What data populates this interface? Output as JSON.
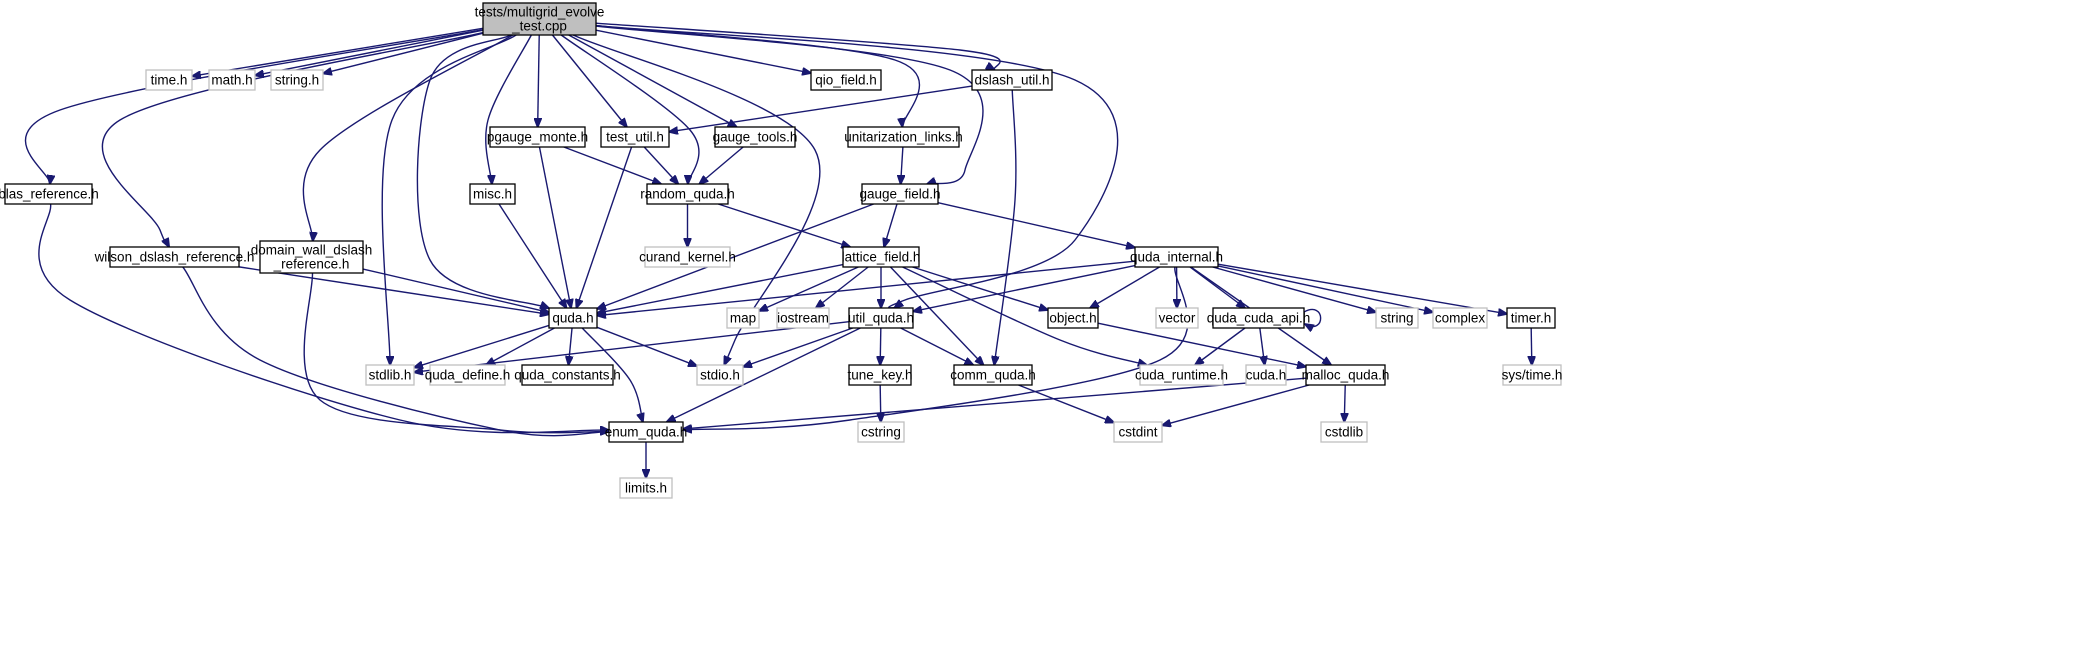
{
  "graph": {
    "title": "",
    "nodes": [
      {
        "id": "root",
        "lines": [
          "tests/multigrid_evolve",
          "_test.cpp"
        ],
        "kind": "root"
      },
      {
        "id": "time_h",
        "lines": [
          "time.h"
        ],
        "kind": "ext"
      },
      {
        "id": "math_h",
        "lines": [
          "math.h"
        ],
        "kind": "ext"
      },
      {
        "id": "string_h",
        "lines": [
          "string.h"
        ],
        "kind": "ext"
      },
      {
        "id": "qio_field_h",
        "lines": [
          "qio_field.h"
        ],
        "kind": "file"
      },
      {
        "id": "dslash_util_h",
        "lines": [
          "dslash_util.h"
        ],
        "kind": "file"
      },
      {
        "id": "pgauge_monte_h",
        "lines": [
          "pgauge_monte.h"
        ],
        "kind": "file"
      },
      {
        "id": "test_util_h",
        "lines": [
          "test_util.h"
        ],
        "kind": "file"
      },
      {
        "id": "gauge_tools_h",
        "lines": [
          "gauge_tools.h"
        ],
        "kind": "file"
      },
      {
        "id": "unitarization_links_h",
        "lines": [
          "unitarization_links.h"
        ],
        "kind": "file"
      },
      {
        "id": "blas_reference_h",
        "lines": [
          "blas_reference.h"
        ],
        "kind": "file"
      },
      {
        "id": "misc_h",
        "lines": [
          "misc.h"
        ],
        "kind": "file"
      },
      {
        "id": "random_quda_h",
        "lines": [
          "random_quda.h"
        ],
        "kind": "file"
      },
      {
        "id": "gauge_field_h",
        "lines": [
          "gauge_field.h"
        ],
        "kind": "file"
      },
      {
        "id": "wilson_dslash_reference_h",
        "lines": [
          "wilson_dslash_reference.h"
        ],
        "kind": "file"
      },
      {
        "id": "domain_wall_dslash_reference_h",
        "lines": [
          "domain_wall_dslash",
          "_reference.h"
        ],
        "kind": "file"
      },
      {
        "id": "curand_kernel_h",
        "lines": [
          "curand_kernel.h"
        ],
        "kind": "ext"
      },
      {
        "id": "lattice_field_h",
        "lines": [
          "lattice_field.h"
        ],
        "kind": "file"
      },
      {
        "id": "quda_internal_h",
        "lines": [
          "quda_internal.h"
        ],
        "kind": "file"
      },
      {
        "id": "quda_h",
        "lines": [
          "quda.h"
        ],
        "kind": "file"
      },
      {
        "id": "map",
        "lines": [
          "map"
        ],
        "kind": "ext"
      },
      {
        "id": "iostream",
        "lines": [
          "iostream"
        ],
        "kind": "ext"
      },
      {
        "id": "util_quda_h",
        "lines": [
          "util_quda.h"
        ],
        "kind": "file"
      },
      {
        "id": "object_h",
        "lines": [
          "object.h"
        ],
        "kind": "file"
      },
      {
        "id": "vector",
        "lines": [
          "vector"
        ],
        "kind": "ext"
      },
      {
        "id": "quda_cuda_api_h",
        "lines": [
          "quda_cuda_api.h"
        ],
        "kind": "file"
      },
      {
        "id": "string",
        "lines": [
          "string"
        ],
        "kind": "ext"
      },
      {
        "id": "complex",
        "lines": [
          "complex"
        ],
        "kind": "ext"
      },
      {
        "id": "timer_h",
        "lines": [
          "timer.h"
        ],
        "kind": "file"
      },
      {
        "id": "stdlib_h",
        "lines": [
          "stdlib.h"
        ],
        "kind": "ext"
      },
      {
        "id": "quda_define_h",
        "lines": [
          "quda_define.h"
        ],
        "kind": "ext"
      },
      {
        "id": "quda_constants_h",
        "lines": [
          "quda_constants.h"
        ],
        "kind": "file"
      },
      {
        "id": "stdio_h",
        "lines": [
          "stdio.h"
        ],
        "kind": "ext"
      },
      {
        "id": "tune_key_h",
        "lines": [
          "tune_key.h"
        ],
        "kind": "file"
      },
      {
        "id": "comm_quda_h",
        "lines": [
          "comm_quda.h"
        ],
        "kind": "file"
      },
      {
        "id": "cuda_runtime_h",
        "lines": [
          "cuda_runtime.h"
        ],
        "kind": "ext"
      },
      {
        "id": "cuda_h",
        "lines": [
          "cuda.h"
        ],
        "kind": "ext"
      },
      {
        "id": "malloc_quda_h",
        "lines": [
          "malloc_quda.h"
        ],
        "kind": "file"
      },
      {
        "id": "sys_time_h",
        "lines": [
          "sys/time.h"
        ],
        "kind": "ext"
      },
      {
        "id": "enum_quda_h",
        "lines": [
          "enum_quda.h"
        ],
        "kind": "file"
      },
      {
        "id": "cstring",
        "lines": [
          "cstring"
        ],
        "kind": "ext"
      },
      {
        "id": "cstdint",
        "lines": [
          "cstdint"
        ],
        "kind": "ext"
      },
      {
        "id": "cstdlib",
        "lines": [
          "cstdlib"
        ],
        "kind": "ext"
      },
      {
        "id": "limits_h",
        "lines": [
          "limits.h"
        ],
        "kind": "ext"
      }
    ],
    "edges": [
      [
        "root",
        "time_h"
      ],
      [
        "root",
        "math_h"
      ],
      [
        "root",
        "string_h"
      ],
      [
        "root",
        "qio_field_h"
      ],
      [
        "root",
        "dslash_util_h"
      ],
      [
        "root",
        "pgauge_monte_h"
      ],
      [
        "root",
        "test_util_h"
      ],
      [
        "root",
        "gauge_tools_h"
      ],
      [
        "root",
        "unitarization_links_h"
      ],
      [
        "root",
        "blas_reference_h"
      ],
      [
        "root",
        "misc_h"
      ],
      [
        "root",
        "random_quda_h"
      ],
      [
        "root",
        "gauge_field_h"
      ],
      [
        "root",
        "wilson_dslash_reference_h"
      ],
      [
        "root",
        "domain_wall_dslash_reference_h"
      ],
      [
        "root",
        "quda_h"
      ],
      [
        "root",
        "stdlib_h"
      ],
      [
        "root",
        "stdio_h"
      ],
      [
        "root",
        "util_quda_h"
      ],
      [
        "dslash_util_h",
        "test_util_h"
      ],
      [
        "dslash_util_h",
        "comm_quda_h"
      ],
      [
        "pgauge_monte_h",
        "random_quda_h"
      ],
      [
        "pgauge_monte_h",
        "quda_h"
      ],
      [
        "test_util_h",
        "random_quda_h"
      ],
      [
        "test_util_h",
        "quda_h"
      ],
      [
        "gauge_tools_h",
        "random_quda_h"
      ],
      [
        "unitarization_links_h",
        "gauge_field_h"
      ],
      [
        "blas_reference_h",
        "enum_quda_h"
      ],
      [
        "misc_h",
        "quda_h"
      ],
      [
        "random_quda_h",
        "curand_kernel_h"
      ],
      [
        "random_quda_h",
        "lattice_field_h"
      ],
      [
        "gauge_field_h",
        "lattice_field_h"
      ],
      [
        "gauge_field_h",
        "quda_internal_h"
      ],
      [
        "gauge_field_h",
        "quda_h"
      ],
      [
        "wilson_dslash_reference_h",
        "quda_h"
      ],
      [
        "wilson_dslash_reference_h",
        "enum_quda_h"
      ],
      [
        "domain_wall_dslash_reference_h",
        "quda_h"
      ],
      [
        "domain_wall_dslash_reference_h",
        "enum_quda_h"
      ],
      [
        "lattice_field_h",
        "quda_h"
      ],
      [
        "lattice_field_h",
        "map"
      ],
      [
        "lattice_field_h",
        "iostream"
      ],
      [
        "lattice_field_h",
        "util_quda_h"
      ],
      [
        "lattice_field_h",
        "object_h"
      ],
      [
        "lattice_field_h",
        "comm_quda_h"
      ],
      [
        "lattice_field_h",
        "cuda_runtime_h"
      ],
      [
        "quda_internal_h",
        "quda_h"
      ],
      [
        "quda_internal_h",
        "util_quda_h"
      ],
      [
        "quda_internal_h",
        "object_h"
      ],
      [
        "quda_internal_h",
        "vector"
      ],
      [
        "quda_internal_h",
        "quda_cuda_api_h"
      ],
      [
        "quda_internal_h",
        "string"
      ],
      [
        "quda_internal_h",
        "complex"
      ],
      [
        "quda_internal_h",
        "timer_h"
      ],
      [
        "quda_internal_h",
        "malloc_quda_h"
      ],
      [
        "quda_internal_h",
        "enum_quda_h"
      ],
      [
        "quda_h",
        "stdlib_h"
      ],
      [
        "quda_h",
        "quda_define_h"
      ],
      [
        "quda_h",
        "quda_constants_h"
      ],
      [
        "quda_h",
        "stdio_h"
      ],
      [
        "quda_h",
        "enum_quda_h"
      ],
      [
        "util_quda_h",
        "stdlib_h"
      ],
      [
        "util_quda_h",
        "stdio_h"
      ],
      [
        "util_quda_h",
        "tune_key_h"
      ],
      [
        "util_quda_h",
        "comm_quda_h"
      ],
      [
        "util_quda_h",
        "enum_quda_h"
      ],
      [
        "object_h",
        "malloc_quda_h"
      ],
      [
        "quda_cuda_api_h",
        "quda_cuda_api_h"
      ],
      [
        "quda_cuda_api_h",
        "cuda_runtime_h"
      ],
      [
        "quda_cuda_api_h",
        "cuda_h"
      ],
      [
        "timer_h",
        "sys_time_h"
      ],
      [
        "tune_key_h",
        "cstring"
      ],
      [
        "comm_quda_h",
        "cstdint"
      ],
      [
        "malloc_quda_h",
        "enum_quda_h"
      ],
      [
        "malloc_quda_h",
        "cstdint"
      ],
      [
        "malloc_quda_h",
        "cstdlib"
      ],
      [
        "enum_quda_h",
        "limits_h"
      ]
    ]
  }
}
